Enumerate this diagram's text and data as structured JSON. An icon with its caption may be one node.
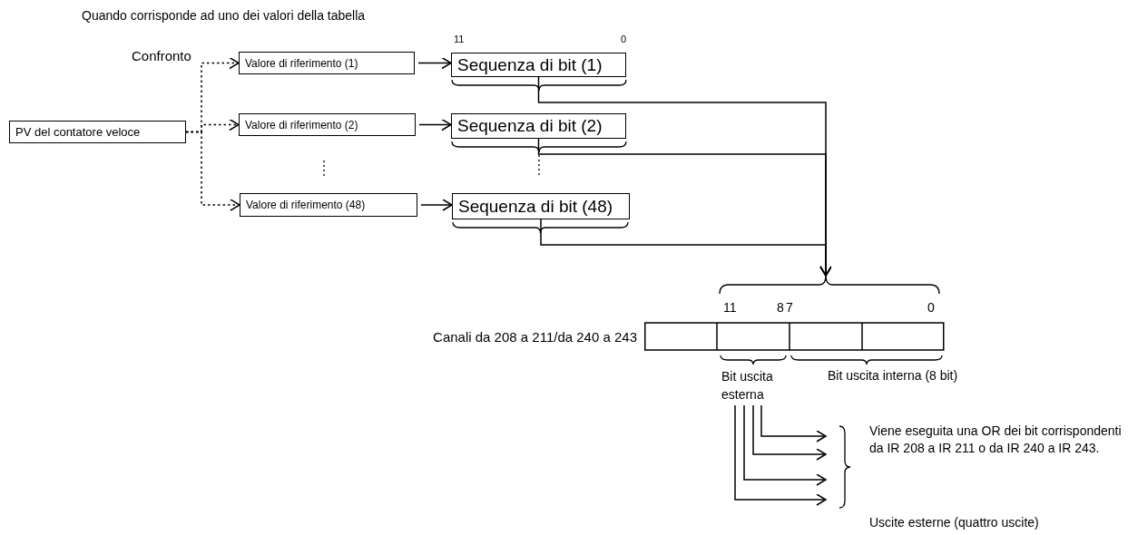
{
  "diagram": {
    "nodes": [
      {
        "text": [
          "PV del contatore veloce"
        ]
      },
      {
        "text": [
          "Valore di riferimento (1)"
        ]
      },
      {
        "text": [
          "Valore di riferimento (2)"
        ]
      },
      {
        "text": [
          "Valore di riferimento (48)"
        ]
      },
      {
        "text": [
          "Sequenza di bit (1)"
        ],
        "beside": [
          "11",
          "0"
        ]
      },
      {
        "text": [
          "Sequenza di bit (2)"
        ]
      },
      {
        "text": [
          "Sequenza di bit (48)"
        ]
      },
      {
        "text": [],
        "shape": "bar",
        "beside": [
          "Canali da 208 a 211/da 240 a 243"
        ]
      },
      {
        "text": [
          "Bit uscita esterna"
        ]
      }
    ],
    "edges": [
      {
        "from": 0,
        "to": 1,
        "arrow": "to",
        "style": "dashed"
      },
      {
        "from": 0,
        "to": 2,
        "arrow": "to",
        "style": "dashed"
      },
      {
        "from": 0,
        "to": 3,
        "arrow": "to",
        "style": "dashed"
      },
      {
        "from": 1,
        "to": 4,
        "arrow": "to"
      },
      {
        "from": 2,
        "to": 5,
        "arrow": "to"
      },
      {
        "from": 3,
        "to": 6,
        "arrow": "to"
      },
      {
        "from": 4,
        "to": 7,
        "arrow": "to"
      },
      {
        "from": 5,
        "to": 7,
        "arrow": "to"
      },
      {
        "from": 6,
        "to": 7,
        "arrow": "to"
      },
      {
        "from": 8,
        "to": null,
        "arrow": "to"
      },
      {
        "from": 8,
        "to": null,
        "arrow": "to"
      },
      {
        "from": 8,
        "to": null,
        "arrow": "to"
      },
      {
        "from": 8,
        "to": null,
        "arrow": "to"
      }
    ],
    "labels": [
      "Quando corrisponde ad uno dei valori della tabella",
      "Confronto",
      "11",
      "8",
      "7",
      "0",
      "Bit uscita interna (8 bit)",
      "Viene eseguita una OR dei bit corrispondenti da IR 208 a IR 211 o da IR 240 a IR 243.",
      "Uscite esterne (quattro uscite)"
    ]
  }
}
